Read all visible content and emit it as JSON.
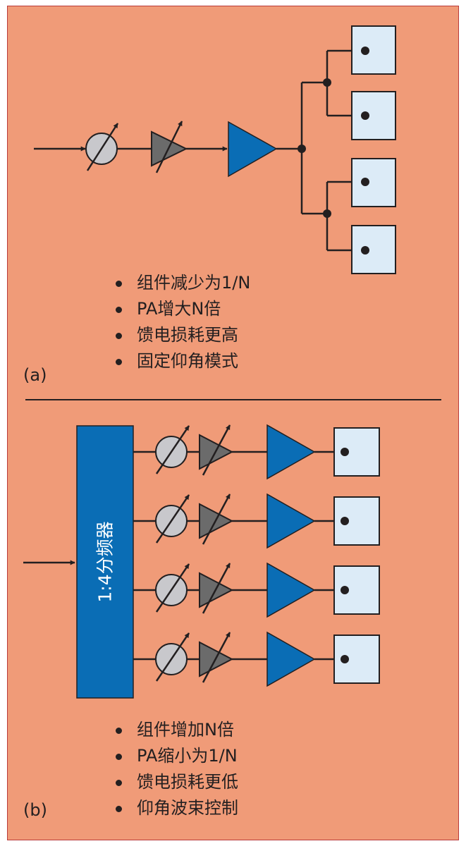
{
  "panel_a": {
    "label": "(a)",
    "bullets": [
      "组件减少为1/N",
      "PA增大N倍",
      "馈电损耗更高",
      "固定仰角模式"
    ]
  },
  "panel_b": {
    "label": "(b)",
    "splitter_label": "1:4分频器",
    "bullets": [
      "组件增加N倍",
      "PA缩小为1/N",
      "馈电损耗更低",
      "仰角波束控制"
    ]
  },
  "colors": {
    "background": "#f09b78",
    "border": "#b93a3a",
    "amplifier_blue": "#0a6db5",
    "phase_shifter_gray": "#c8c8cc",
    "attenuator_gray": "#6b6b6b",
    "element_fill": "#dcebf7",
    "line": "#231f20"
  }
}
